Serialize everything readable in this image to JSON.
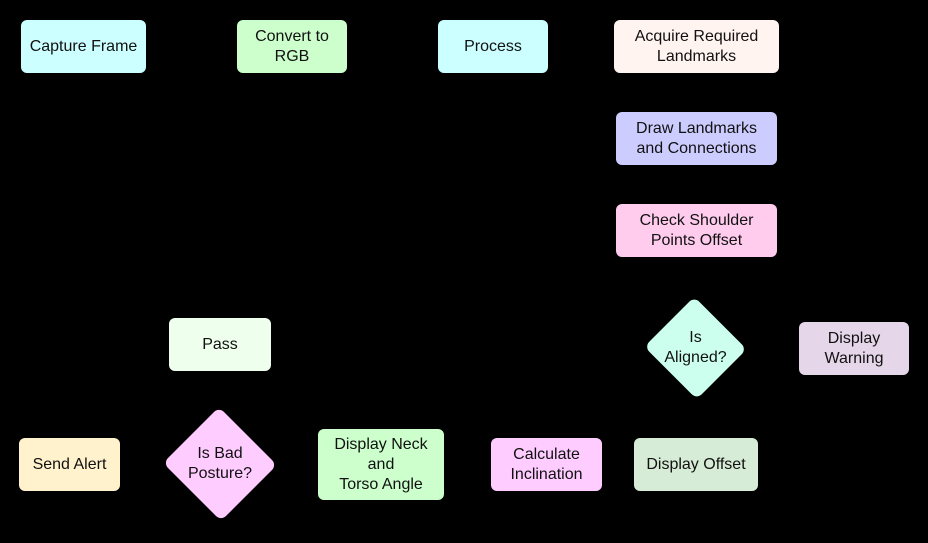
{
  "nodes": {
    "capture_frame": {
      "label": "Capture Frame",
      "color": "#ccffff"
    },
    "convert_rgb": {
      "label": "Convert to\nRGB",
      "color": "#ccffcc"
    },
    "process": {
      "label": "Process",
      "color": "#ccffff"
    },
    "acquire_landmarks": {
      "label": "Acquire Required\nLandmarks",
      "color": "#fff4ef"
    },
    "draw_landmarks": {
      "label": "Draw Landmarks\nand Connections",
      "color": "#ccccff"
    },
    "check_shoulder": {
      "label": "Check Shoulder\nPoints Offset",
      "color": "#ffccee"
    },
    "is_aligned": {
      "label": "Is\nAligned?",
      "color": "#ccffee"
    },
    "display_warning": {
      "label": "Display\nWarning",
      "color": "#e6d6ea"
    },
    "display_offset": {
      "label": "Display Offset",
      "color": "#d6ecd6"
    },
    "calculate_inclination": {
      "label": "Calculate\nInclination",
      "color": "#ffccff"
    },
    "display_neck_torso": {
      "label": "Display Neck\nand\nTorso Angle",
      "color": "#ccffcc"
    },
    "is_bad_posture": {
      "label": "Is Bad\nPosture?",
      "color": "#ffccff"
    },
    "send_alert": {
      "label": "Send Alert",
      "color": "#fff2cc"
    },
    "pass": {
      "label": "Pass",
      "color": "#eeffee"
    }
  }
}
